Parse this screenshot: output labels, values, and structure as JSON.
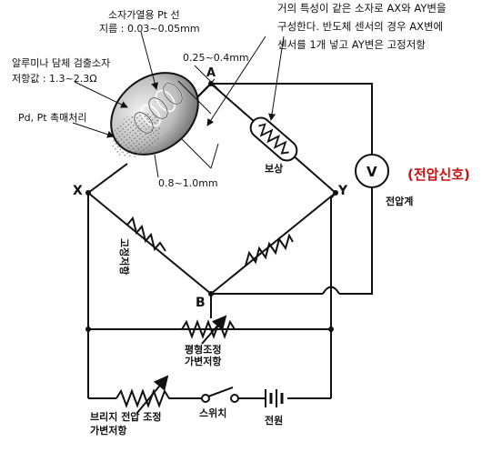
{
  "labels": {
    "heater_wire": "소자가열용 Pt 선",
    "heater_diameter": "지름 : 0.03~0.05mm",
    "alumina_carrier": "알루미나 담체 검출소자",
    "resistance": "저항값 : 1.3~2.3Ω",
    "catalyst": "Pd, Pt 촉매처리",
    "dim_small": "0.25~0.4mm",
    "dim_large": "0.8~1.0mm",
    "node_a": "A",
    "node_x": "X",
    "node_y": "Y",
    "node_b": "B",
    "compensator": "보상",
    "fixed_resistor": "고정저항",
    "voltmeter_symbol": "V",
    "voltmeter": "전압계",
    "voltage_signal": "(전압신호)",
    "balance_line1": "평형조정",
    "balance_line2": "가변저항",
    "bridge_line1": "브리지 전압 조정",
    "bridge_line2": "가변저항",
    "switch": "스위치",
    "power": "전원"
  },
  "note": {
    "line1": "거의 특성이 같은 소자로 AX와 AY변을",
    "line2": "구성한다. 반도체 센서의 경우 AX변에",
    "line3": "센서를 1개 넣고 AY변은 고정저항"
  },
  "colors": {
    "line": "#111111",
    "signal_red": "#cc1111",
    "bead_gray": "#9a9a9a",
    "bead_light": "#dedede"
  }
}
